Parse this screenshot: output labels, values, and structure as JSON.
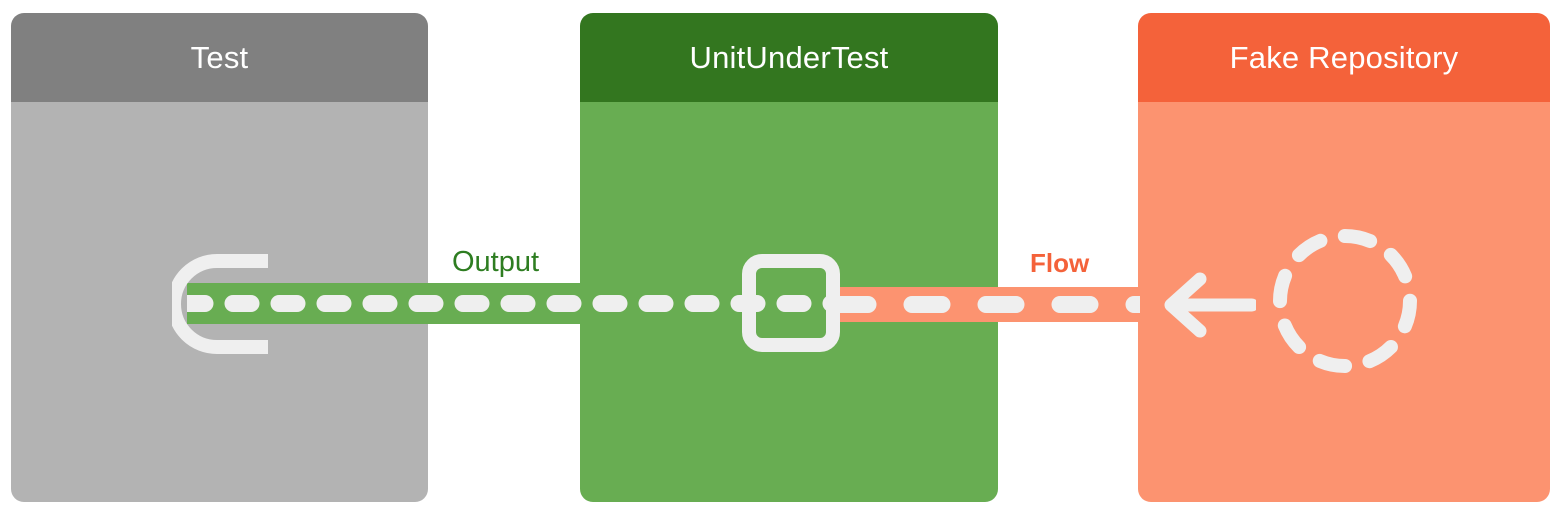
{
  "diagram": {
    "type": "uml-component-diagram",
    "title_implied": "Unit test with fake repository",
    "background": "#ffffff",
    "components": [
      {
        "id": "test",
        "title": "Test",
        "header_color": "#808080",
        "body_color": "#b3b3b3",
        "title_color": "#ffffff"
      },
      {
        "id": "unit-under-test",
        "title": "UnitUnderTest",
        "header_color": "#33761f",
        "body_color": "#68ad52",
        "title_color": "#ffffff"
      },
      {
        "id": "fake-repository",
        "title": "Fake Repository",
        "header_color": "#f4623a",
        "body_color": "#fc9370",
        "title_color": "#ffffff"
      }
    ],
    "connectors": [
      {
        "id": "output",
        "label": "Output",
        "label_color": "#2e7d21",
        "label_weight": "normal",
        "bar_color": "#68ad52",
        "dash_color": "#efefef",
        "from": "test",
        "to": "unit-under-test",
        "style": "dashed"
      },
      {
        "id": "flow",
        "label": "Flow",
        "label_color": "#f4623a",
        "label_weight": "bold",
        "bar_color": "#fc9370",
        "dash_color": "#efefef",
        "from": "fake-repository",
        "to": "unit-under-test",
        "style": "dashed",
        "arrow_direction": "left"
      }
    ],
    "icons": {
      "socket": "required-interface-socket-icon",
      "port": "provided-interface-port-icon",
      "arrow": "arrow-left-icon",
      "circle": "dashed-circle-icon"
    },
    "icon_stroke_color": "#efefef"
  }
}
